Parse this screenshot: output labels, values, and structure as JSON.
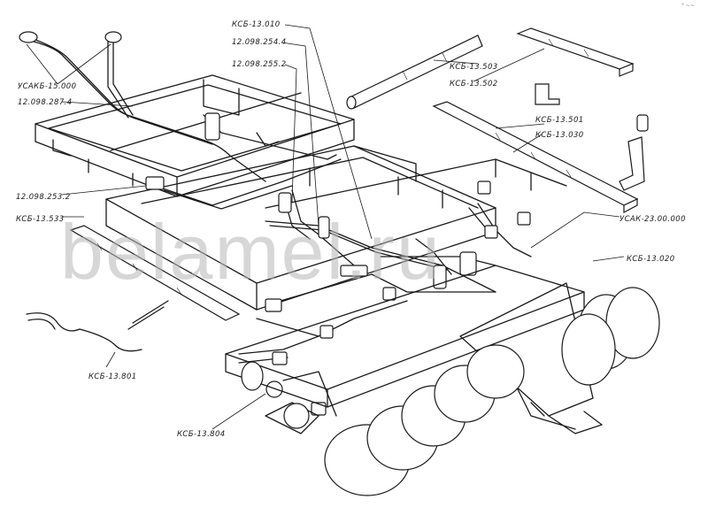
{
  "watermark": "belamel.ru",
  "corner_note": "° ~~",
  "labels": {
    "ksb_13_010": "КСБ-13.010",
    "l_12098_254_4": "12.098.254.4",
    "l_12098_255_2": "12.098.255.2",
    "uskb_15_000": "УСАКБ-15.000",
    "l_12098_287_4": "12.098.287.4",
    "ksb_13_503": "КСБ-13.503",
    "ksb_13_502": "КСБ-13.502",
    "ksb_13_501": "КСБ-13.501",
    "ksb_13_030": "КСБ-13.030",
    "l_12098_253_2": "12.098.253.2",
    "ksb_13_533": "КСБ-13.533",
    "usak_23_00_000": "УСАК-23.00.000",
    "ksb_13_020": "КСБ-13.020",
    "ksb_13_801": "КСБ-13.801",
    "ksb_13_804": "КСБ-13.804"
  }
}
